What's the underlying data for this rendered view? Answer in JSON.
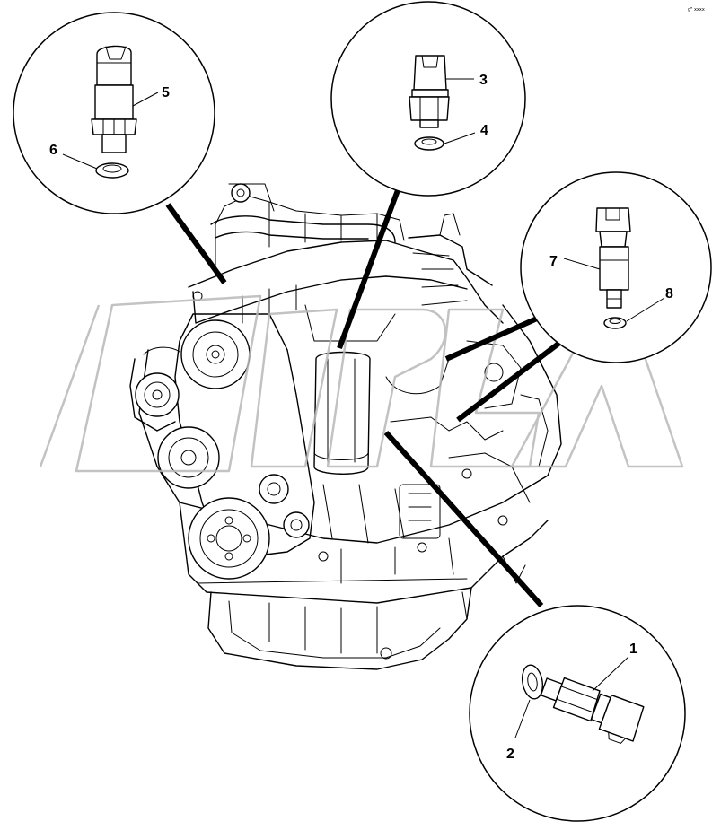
{
  "corner_mark": "gᴿ xxxx",
  "callouts": [
    {
      "id": "1",
      "label": "1"
    },
    {
      "id": "2",
      "label": "2"
    },
    {
      "id": "3",
      "label": "3"
    },
    {
      "id": "4",
      "label": "4"
    },
    {
      "id": "5",
      "label": "5"
    },
    {
      "id": "6",
      "label": "6"
    },
    {
      "id": "7",
      "label": "7"
    },
    {
      "id": "8",
      "label": "8"
    }
  ],
  "icons": {
    "engine": "engine-illustration-icon",
    "sensor": "pressure-sensor-icon",
    "washer": "sealing-washer-icon",
    "watermark": "watermark-logo-icon"
  }
}
